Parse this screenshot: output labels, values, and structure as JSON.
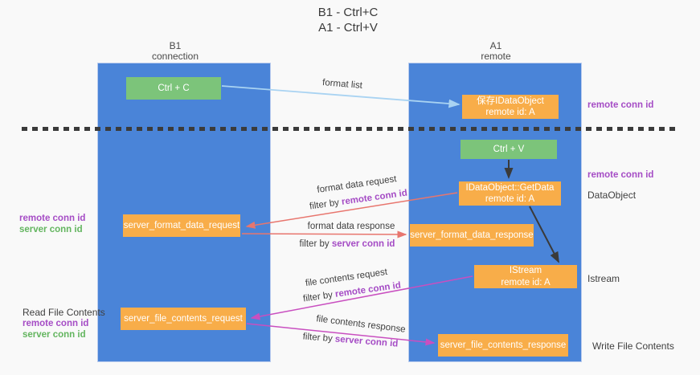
{
  "title": {
    "line1": "B1 - Ctrl+C",
    "line2": "A1 - Ctrl+V"
  },
  "lifelines": {
    "b1": {
      "name": "B1",
      "role": "connection"
    },
    "a1": {
      "name": "A1",
      "role": "remote"
    }
  },
  "nodes": {
    "ctrl_c": {
      "label": "Ctrl + C"
    },
    "save_idataobject": {
      "line1": "保存IDataObject",
      "line2": "remote id: A"
    },
    "ctrl_v": {
      "label": "Ctrl + V"
    },
    "idataobject_getdata": {
      "line1": "IDataObject::GetData",
      "line2": "remote id: A"
    },
    "server_format_data_request": {
      "label": "server_format_data_request"
    },
    "server_format_data_response": {
      "label": "server_format_data_response"
    },
    "istream": {
      "line1": "IStream",
      "line2": "remote id: A"
    },
    "server_file_contents_request": {
      "label": "server_file_contents_request"
    },
    "server_file_contents_response": {
      "label": "server_file_contents_response"
    }
  },
  "edge_labels": {
    "format_list": "format list",
    "format_data_request": "format data request",
    "format_data_response": "format data response",
    "file_contents_request": "file contents request",
    "file_contents_response": "file contents response",
    "filter_by": "filter by",
    "remote_conn_id": "remote conn id",
    "server_conn_id": "server conn id"
  },
  "margin_labels": {
    "left": {
      "format_remote": "remote conn id",
      "format_server": "server conn id",
      "read_file_contents": "Read File Contents",
      "file_remote": "remote conn id",
      "file_server": "server conn id"
    },
    "right": {
      "remote_conn_id_top": "remote conn id",
      "remote_conn_id_mid": "remote conn id",
      "dataobject": "DataObject",
      "istream": "Istream",
      "write_file_contents": "Write File Contents"
    }
  },
  "colors": {
    "lifeline_blue": "#4a84d8",
    "node_green": "#7cc47a",
    "node_orange": "#f8ad49",
    "arrow_light_blue": "#a9d3f2",
    "arrow_red": "#e8766e",
    "arrow_magenta": "#c94fc0",
    "arrow_black": "#3a3a3a",
    "text_purple": "#a54cc5",
    "text_green": "#63b55f",
    "text_dark": "#3f3f3f"
  }
}
